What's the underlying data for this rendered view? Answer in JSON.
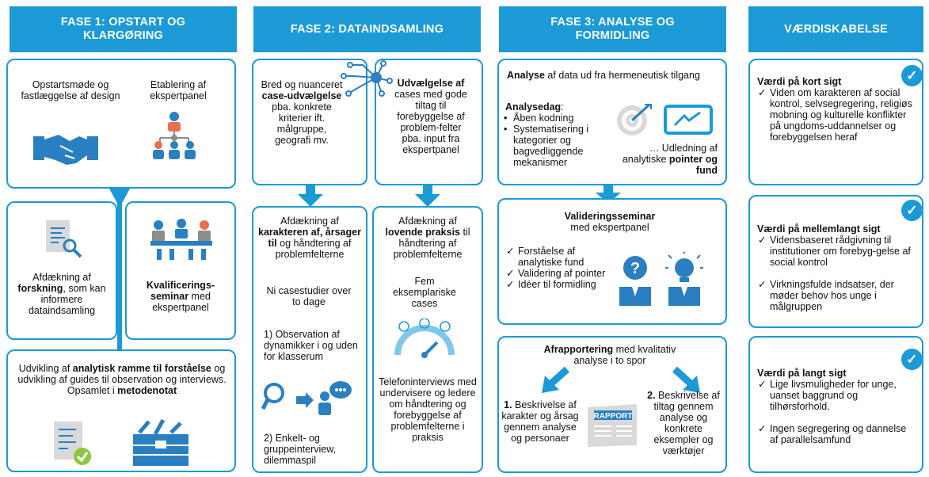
{
  "colors": {
    "accent": "#1b9ad6",
    "icon": "#2a7fc1",
    "gray": "#8c8c8c"
  },
  "headers": {
    "fase1": "FASE 1: OPSTART OG KLARGØRING",
    "fase2": "FASE 2: DATAINDSAMLING",
    "fase3": "FASE 3: ANALYSE OG FORMIDLING",
    "vaerdi": "VÆRDISKABELSE"
  },
  "fase1": {
    "opstart": "Opstartsmøde og fastlæggelse af design",
    "etablering": "Etablering af ekspertpanel",
    "forskning_pre": "Afdækning af",
    "forskning_bold": "forskning",
    "forskning_post": ", som kan informere dataindsamling",
    "kval_bold": "Kvalificerings-seminar",
    "kval_post": " med ekspertpanel",
    "udv_pre": "Udvikling af ",
    "udv_bold1": "analytisk ramme til forståelse",
    "udv_mid": " og udvikling af guides til observation og interviews. Opsamlet i ",
    "udv_bold2": "metodenotat"
  },
  "fase2": {
    "bred_pre": "Bred og nuanceret",
    "bred_bold": "case-udvælgelse",
    "bred_post": "pba. konkrete kriterier ift. målgruppe, geografi mv.",
    "udv_bold": "Udvælgelse af",
    "udv_post": " cases med gode tiltag til forebyggelse af problem-felter pba. input fra ekspertpanel",
    "karakter_pre": "Afdækning af",
    "karakter_bold": "karakteren af, årsager til",
    "karakter_post": " og håndtering af problemfelterne",
    "casestudier": "Ni casestudier over to dage",
    "observation": "1) Observation af dynamikker i og uden for klasserum",
    "interview": "2) Enkelt- og gruppeinterview, dilemmaspil",
    "praksis_pre": "Afdækning af",
    "praksis_bold": "lovende praksis",
    "praksis_post": " til håndtering af problemfelterne",
    "fem": "Fem eksemplariske cases",
    "telefon": "Telefoninterviews med undervisere og ledere om håndtering og forebyggelse af problemfelterne i praksis"
  },
  "fase3": {
    "analyse_bold": "Analyse",
    "analyse_post": " af data ud fra hermeneutisk tilgang",
    "analysedag_bold": "Analysedag",
    "analysedag_colon": ":",
    "analysedag_items": [
      "Åben kodning",
      "Systematisering i kategorier og bagvedliggende mekanismer"
    ],
    "udledning_pre": "… Udledning af analytiske ",
    "udledning_bold": "pointer og fund",
    "valid_bold": "Valideringsseminar",
    "valid_post": "med ekspertpanel",
    "valid_items": [
      "Forståelse af analytiske fund",
      "Validering af pointer",
      "Idéer til formidling"
    ],
    "afrap_bold": "Afrapportering",
    "afrap_post": " med kvalitativ analyse i to spor",
    "spor1_num": "1.",
    "spor1": " Beskrivelse af karakter og årsag gennem analyse og personaer",
    "spor2_num": "2.",
    "spor2": " Beskrivelse af tiltag gennem analyse og konkrete eksempler og værktøjer",
    "rapport": "RAPPORT"
  },
  "vaerdi": {
    "kort_title": "Værdi på kort sigt",
    "kort_items": [
      "Viden om karakteren af social kontrol, selvsegregering, religiøs mobning og kulturelle konflikter på ungdoms-uddannelser og forebyggelsen heraf"
    ],
    "mellem_title": "Værdi på mellemlangt sigt",
    "mellem_items": [
      "Vidensbaseret rådgivning til institutioner om forebyg-gelse af social kontrol",
      "Virkningsfulde indsatser, der møder behov hos unge i målgruppen"
    ],
    "lang_title": "Værdi på langt sigt",
    "lang_items": [
      "Lige livsmuligheder for unge, uanset baggrund og tilhørsforhold.",
      "Ingen segregering og dannelse af parallelsamfund"
    ]
  }
}
